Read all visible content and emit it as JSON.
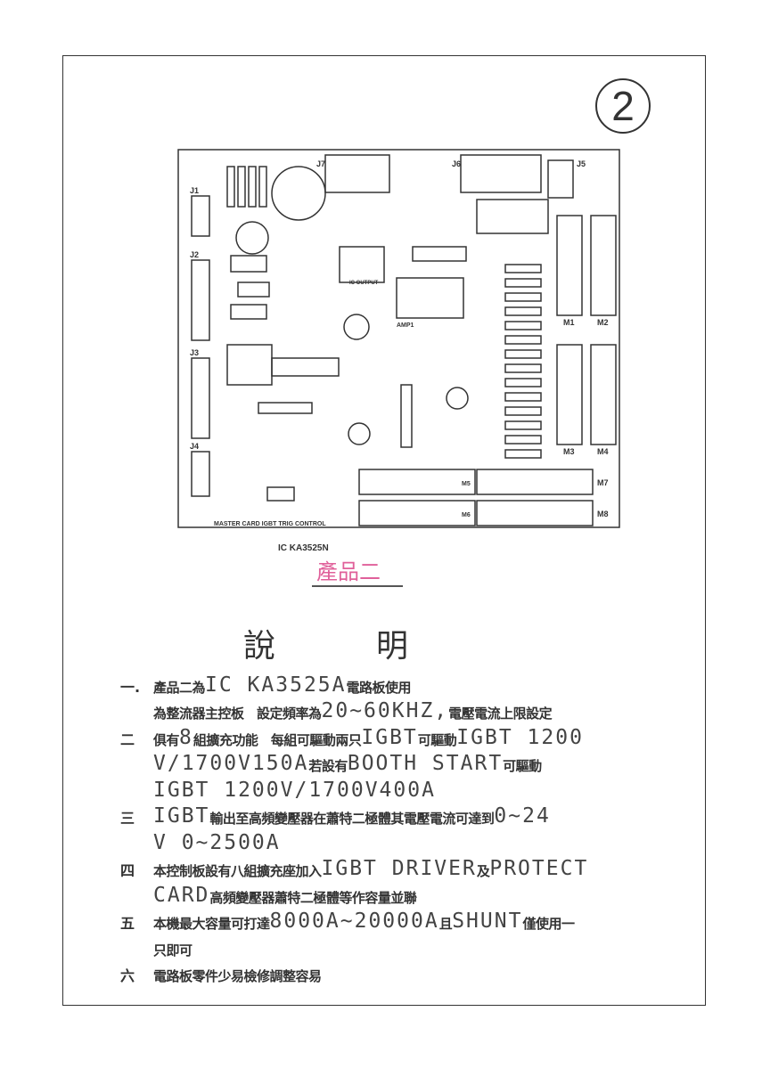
{
  "page_number": "2",
  "board": {
    "connectors": [
      "J1",
      "J2",
      "J3",
      "J4",
      "J7",
      "J6",
      "J5"
    ],
    "modules": [
      "M1",
      "M2",
      "M3",
      "M4",
      "M5",
      "M6",
      "M7",
      "M8"
    ],
    "bottom_label": "MASTER  CARD  IGBT  TRIG  CONTROL",
    "ic_module": "IC OUTPUT",
    "amp": "AMP1"
  },
  "ic_label": "IC  KA3525N",
  "product_label": "產品二",
  "title": {
    "left": "說",
    "right": "明"
  },
  "lines": [
    {
      "marker": "一.",
      "segs": [
        [
          "zh",
          "產品二為"
        ],
        [
          "en",
          "IC KA3525A"
        ],
        [
          "zh",
          "電路板使用"
        ]
      ]
    },
    {
      "marker": "",
      "segs": [
        [
          "zh",
          "為整流器主控板　設定頻率為 "
        ],
        [
          "en",
          "20~60KHZ,"
        ],
        [
          "zh",
          "電壓電流上限設定"
        ]
      ]
    },
    {
      "marker": "二",
      "segs": [
        [
          "zh",
          "俱有"
        ],
        [
          "en",
          "8"
        ],
        [
          "zh",
          "組擴充功能　每組可驅動兩只"
        ],
        [
          "en",
          "IGBT"
        ],
        [
          "zh",
          "可驅動"
        ],
        [
          "en",
          "IGBT 1200"
        ]
      ]
    },
    {
      "marker": "",
      "segs": [
        [
          "en",
          "V/1700V150A "
        ],
        [
          "zh",
          "若設有"
        ],
        [
          "en",
          "BOOTH START  "
        ],
        [
          "zh",
          "可驅動"
        ]
      ]
    },
    {
      "marker": "",
      "segs": [
        [
          "en",
          "IGBT 1200V/1700V400A"
        ]
      ]
    },
    {
      "marker": "三",
      "segs": [
        [
          "en",
          "IGBT"
        ],
        [
          "zh",
          "輸出至高頻變壓器在蕭特二極體其電壓電流可達到"
        ],
        [
          "en",
          "0~24"
        ]
      ]
    },
    {
      "marker": "",
      "segs": [
        [
          "en",
          "V 0~2500A"
        ]
      ]
    },
    {
      "marker": "四",
      "segs": [
        [
          "zh",
          "本控制板設有八組擴充座加入"
        ],
        [
          "en",
          "IGBT DRIVER"
        ],
        [
          "zh",
          "及"
        ],
        [
          "en",
          "PROTECT"
        ]
      ]
    },
    {
      "marker": "",
      "segs": [
        [
          "en",
          "CARD"
        ],
        [
          "zh",
          "高頻變壓器蕭特二極體等作容量並聯"
        ]
      ]
    },
    {
      "marker": "五",
      "segs": [
        [
          "zh",
          "本機最大容量可打達"
        ],
        [
          "en",
          "8000A~20000A"
        ],
        [
          "zh",
          "且 "
        ],
        [
          "en",
          "SHUNT"
        ],
        [
          "zh",
          "僅使用一"
        ]
      ]
    },
    {
      "marker": "",
      "segs": [
        [
          "zh",
          "只即可"
        ]
      ]
    },
    {
      "marker": "六",
      "segs": [
        [
          "zh",
          "電路板零件少易檢修調整容易"
        ]
      ]
    }
  ]
}
